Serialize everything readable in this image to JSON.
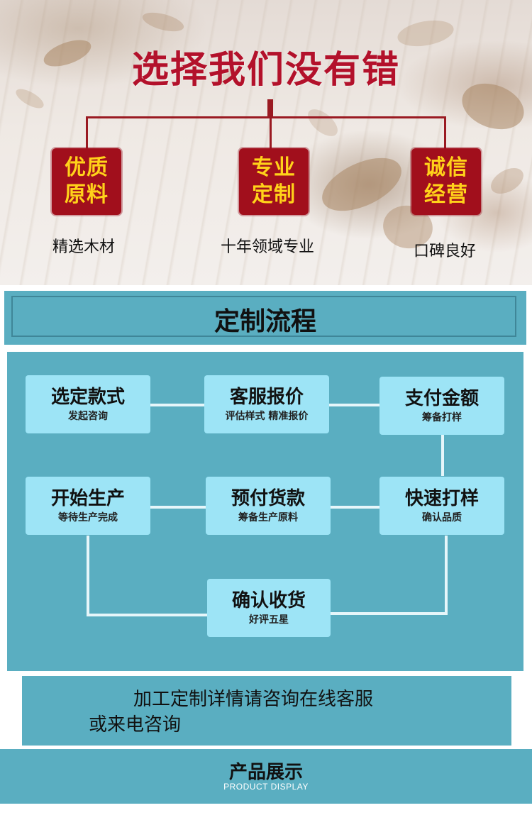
{
  "hero": {
    "title": "选择我们没有错",
    "features": [
      {
        "line1": "优质",
        "line2": "原料",
        "desc": "精选木材"
      },
      {
        "line1": "专业",
        "line2": "定制",
        "desc": "十年领域专业"
      },
      {
        "line1": "诚信",
        "line2": "经营",
        "desc": "口碑良好"
      }
    ]
  },
  "process": {
    "title": "定制流程",
    "steps": [
      {
        "title": "选定款式",
        "sub": "发起咨询"
      },
      {
        "title": "客服报价",
        "sub": "评估样式  精准报价"
      },
      {
        "title": "支付金额",
        "sub": "筹备打样"
      },
      {
        "title": "快速打样",
        "sub": "确认品质"
      },
      {
        "title": "预付货款",
        "sub": "筹备生产原料"
      },
      {
        "title": "开始生产",
        "sub": "等待生产完成"
      },
      {
        "title": "确认收货",
        "sub": "好评五星"
      }
    ]
  },
  "consult": {
    "line1": "加工定制详情请咨询在线客服",
    "line2": "或来电咨询"
  },
  "products": {
    "title": "产品展示",
    "subtitle": "PRODUCT DISPLAY"
  },
  "colors": {
    "accent_red": "#a10f1c",
    "feature_text": "#ffd21a",
    "teal": "#5aaec1",
    "step_box": "#9de4f6"
  }
}
